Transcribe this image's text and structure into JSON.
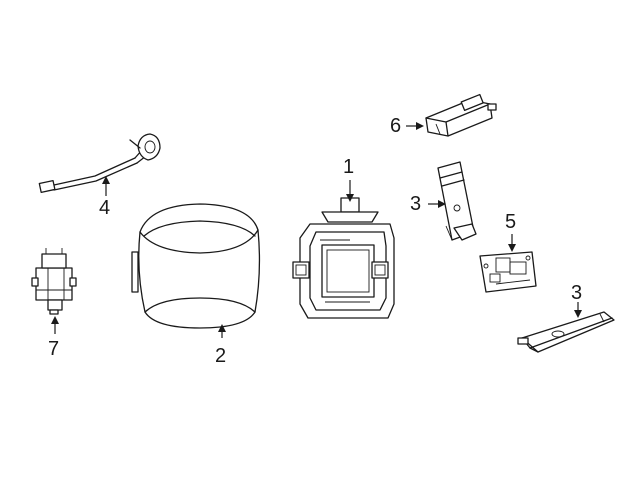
{
  "callouts": {
    "c1": "1",
    "c2": "2",
    "c3a": "3",
    "c3b": "3",
    "c4": "4",
    "c5": "5",
    "c6": "6",
    "c7": "7"
  },
  "colors": {
    "line": "#1a1a1a",
    "background": "#ffffff"
  }
}
